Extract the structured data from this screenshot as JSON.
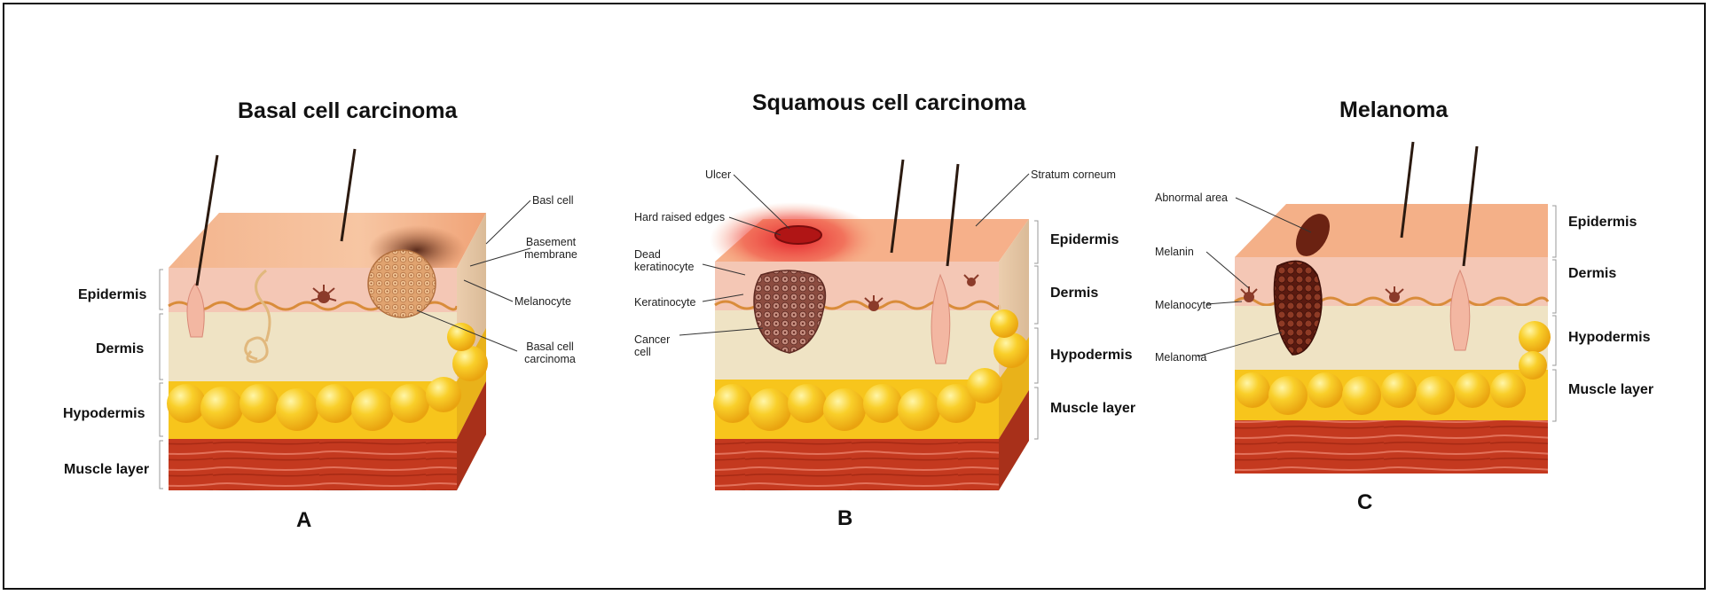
{
  "panels": [
    {
      "title": "Basal cell carcinoma",
      "letter": "A",
      "layers": [
        "Epidermis",
        "Dermis",
        "Hypodermis",
        "Muscle layer"
      ],
      "labels": [
        "Basl cell",
        "Basement membrane",
        "Melanocyte",
        "Basal cell carcinoma"
      ]
    },
    {
      "title": "Squamous cell carcinoma",
      "letter": "B",
      "layers": [
        "Epidermis",
        "Dermis",
        "Hypodermis",
        "Muscle layer"
      ],
      "labels": [
        "Ulcer",
        "Hard raised edges",
        "Dead keratinocyte",
        "Keratinocyte",
        "Cancer cell",
        "Stratum corneum"
      ]
    },
    {
      "title": "Melanoma",
      "letter": "C",
      "layers": [
        "Epidermis",
        "Dermis",
        "Hypodermis",
        "Muscle layer"
      ],
      "labels": [
        "Abnormal area",
        "Melanin",
        "Melanocyte",
        "Melanoma"
      ]
    }
  ],
  "colors": {
    "epidermis": "#f4c7b5",
    "dermis": "#efe3c4",
    "hypodermis": "#f7c51c",
    "muscle": "#c63a22",
    "top_surface": "#f2a77e",
    "tumor_basal": "#d99a6c",
    "tumor_squamous": "#9b5a4c",
    "melanoma": "#7a2a1a",
    "ulcer": "#d8282a"
  }
}
